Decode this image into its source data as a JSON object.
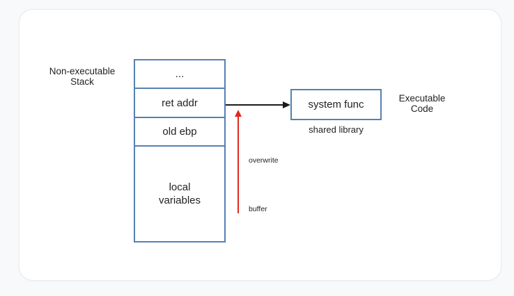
{
  "diagram": {
    "stack_label": {
      "line1": "Non-executable",
      "line2": "Stack"
    },
    "stack": {
      "cells": [
        {
          "label": "..."
        },
        {
          "label": "ret addr"
        },
        {
          "label": "old ebp"
        },
        {
          "label": "local variables"
        }
      ]
    },
    "library_box": {
      "label": "system func",
      "caption": "shared library"
    },
    "executable_label": {
      "line1": "Executable",
      "line2": "Code"
    },
    "overwrite_label": "overwrite",
    "buffer_label": "buffer"
  },
  "colors": {
    "box_border": "#5580b3",
    "arrow_black": "#1a1a1a",
    "arrow_red": "#e0281e",
    "text": "#222222",
    "card_background": "#ffffff",
    "card_border": "#e8eaed",
    "page_background": "#f8f9fb"
  }
}
